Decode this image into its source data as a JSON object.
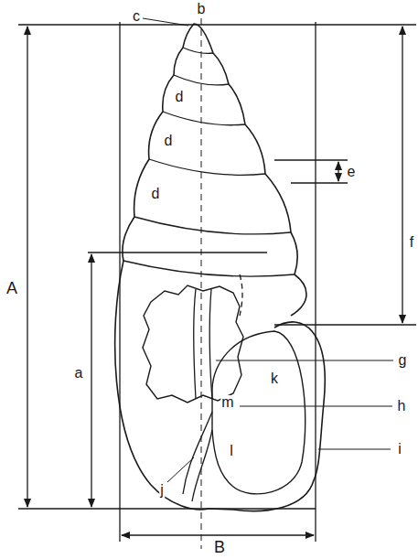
{
  "diagram": {
    "labels": [
      "b",
      "c",
      "d",
      "d",
      "d",
      "e",
      "f",
      "A",
      "a",
      "g",
      "k",
      "h",
      "m",
      "i",
      "j",
      "l",
      "B"
    ]
  }
}
